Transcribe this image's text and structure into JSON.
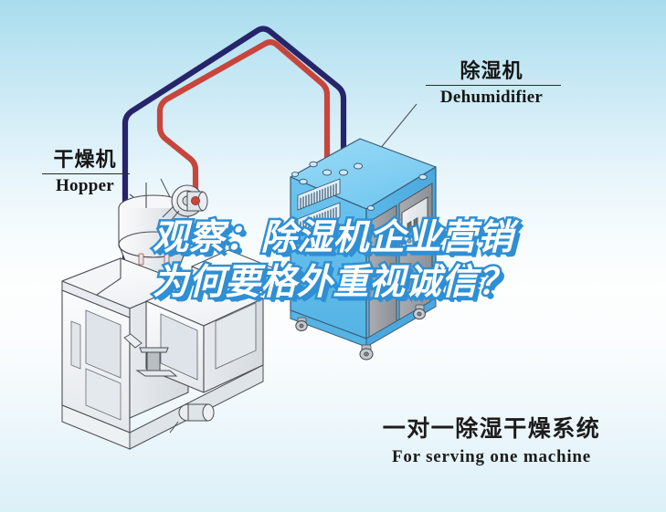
{
  "scene": {
    "title_overlay": {
      "line1": "观察：除湿机企业营销",
      "line2": "为何要格外重视诚信？",
      "fill_color": "#ffffff",
      "outline_color": "#2f8fd4"
    },
    "caption": {
      "cn": "一对一除湿干燥系统",
      "en": "For serving one machine"
    },
    "callouts": [
      {
        "id": "hopper",
        "cn": "干燥机",
        "en": "Hopper"
      },
      {
        "id": "dehumidifier",
        "cn": "除湿机",
        "en": "Dehumidifier"
      }
    ],
    "colors": {
      "background_top": "#a8dced",
      "background_mid": "#fdfefe",
      "background_bottom": "#dcf0f8",
      "pipe_supply": "#26246b",
      "pipe_return": "#c8453c",
      "machine_blue_face": "#63bdec",
      "machine_blue_top": "#8fd4f3",
      "machine_blue_side": "#55b0e2",
      "machine_gray": "#9a9a9e",
      "molder_gray": "#e9ecef",
      "outline": "#3a3a45"
    },
    "objects": [
      {
        "name": "dehumidifier-unit",
        "label": "除湿机 Dehumidifier"
      },
      {
        "name": "drying-hopper",
        "label": "干燥机 Hopper"
      },
      {
        "name": "injection-molding-machine",
        "label": ""
      },
      {
        "name": "supply-pipe",
        "label": ""
      },
      {
        "name": "return-pipe",
        "label": ""
      }
    ]
  }
}
